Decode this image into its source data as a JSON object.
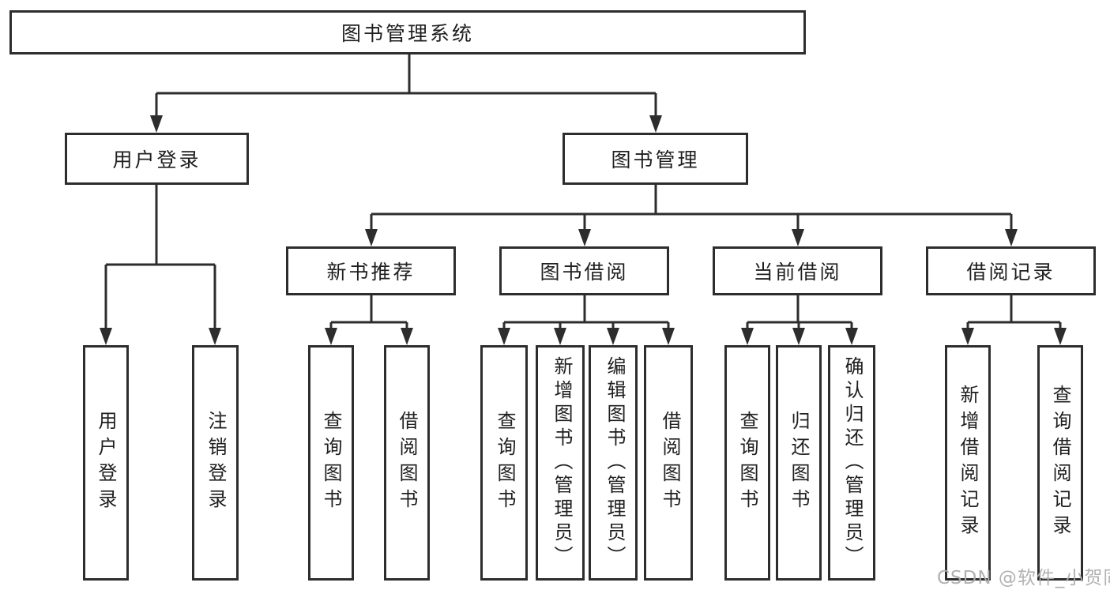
{
  "diagram": {
    "root": {
      "label": "图书管理系统"
    },
    "level2": [
      {
        "label": "用户登录"
      },
      {
        "label": "图书管理"
      }
    ],
    "level3": [
      {
        "label": "新书推荐"
      },
      {
        "label": "图书借阅"
      },
      {
        "label": "当前借阅"
      },
      {
        "label": "借阅记录"
      }
    ],
    "leaves": {
      "user_login": [
        "用户登录",
        "注销登录"
      ],
      "new_books": [
        "查询图书",
        "借阅图书"
      ],
      "book_borrow": [
        "查询图书",
        "新增图书（管理员）",
        "编辑图书（管理员）",
        "借阅图书"
      ],
      "current_borrow": [
        "查询图书",
        "归还图书",
        "确认归还（管理员）"
      ],
      "borrow_records": [
        "新增借阅记录",
        "查询借阅记录"
      ]
    }
  },
  "watermark": {
    "text": "CSDN @软件_小贺同学"
  },
  "colors": {
    "line": "#2d2d2d",
    "box_border": "#2d2d2d",
    "text": "#1f1f1f",
    "watermark": "#adadad",
    "background": "#ffffff"
  }
}
